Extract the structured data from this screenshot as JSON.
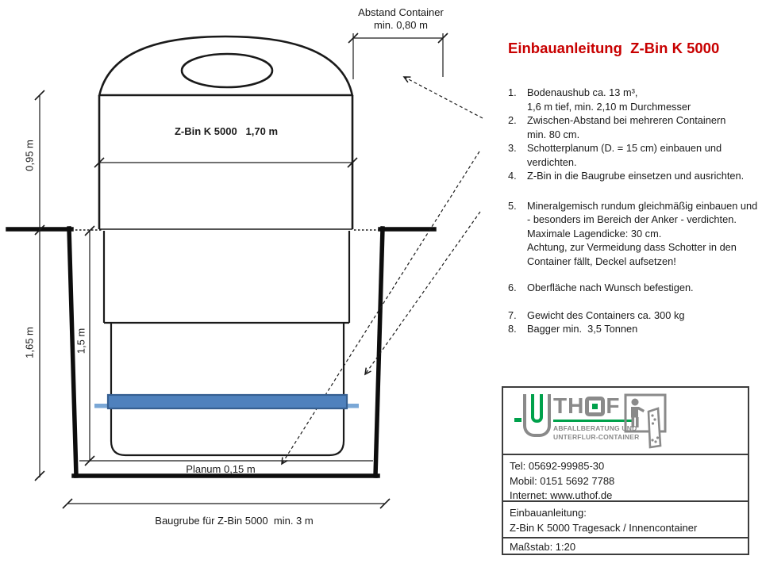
{
  "diagram": {
    "dim_abstand": "Abstand Container\nmin. 0,80 m",
    "label_container": "Z-Bin K 5000   1,70 m",
    "dim_above_ground": "0,95 m",
    "dim_pit_depth": "1,65 m",
    "dim_container_depth": "1,5 m",
    "label_planum": "Planum 0,15 m",
    "dim_baugrube": "Baugrube für Z-Bin 5000  min. 3 m"
  },
  "instructions": {
    "title": "Einbauanleitung  Z-Bin K 5000",
    "title_color": "#c80000",
    "items": [
      {
        "num": "1.",
        "text": "Bodenaushub ca. 13 m³,\n1,6 m tief, min. 2,10 m Durchmesser"
      },
      {
        "num": "2.",
        "text": "Zwischen-Abstand bei mehreren Containern\nmin. 80 cm."
      },
      {
        "num": "3.",
        "text": "Schotterplanum (D. = 15 cm) einbauen und\nverdichten."
      },
      {
        "num": "4.",
        "text": "Z-Bin in die Baugrube einsetzen und ausrichten."
      },
      {
        "num": "5.",
        "text": "Mineralgemisch rundum gleichmäßig einbauen und\n- besonders im Bereich der Anker - verdichten.\nMaximale Lagendicke: 30 cm.\nAchtung, zur Vermeidung dass Schotter in den\nContainer fällt, Deckel aufsetzen!"
      },
      {
        "num": "6.",
        "text": "Oberfläche nach Wunsch befestigen."
      },
      {
        "num": "7.",
        "text": "Gewicht des Containers ca. 300 kg"
      },
      {
        "num": "8.",
        "text": "Bagger min.  3,5 Tonnen"
      }
    ]
  },
  "infobox": {
    "logo": {
      "brand_before_o": "TH",
      "brand_after_o": "F",
      "tagline": "ABFALLBERATUNG UND\nUNTERFLUR-CONTAINER",
      "green": "#00a14b",
      "gray": "#8a8a8a"
    },
    "contact": "Tel: 05692-99985-30\nMobil: 0151 5692 7788\nInternet: www.uthof.de",
    "doc_title": "Einbauanleitung:\nZ-Bin K 5000 Tragesack / Innencontainer",
    "scale": "Maßstab: 1:20"
  },
  "colors": {
    "line": "#1a1a1a",
    "blue_bar": "#4f81bd",
    "blue_bar_border": "#365f91",
    "blue_line": "#7aa7d6"
  }
}
